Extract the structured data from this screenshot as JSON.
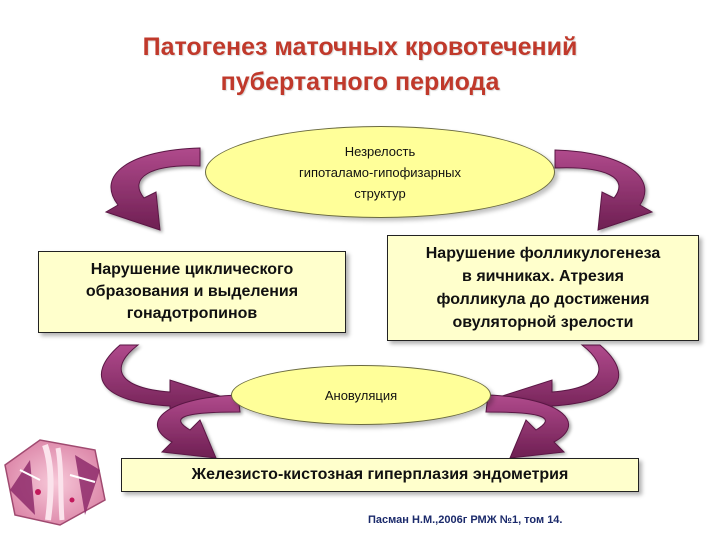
{
  "title": {
    "line1": "Патогенез маточных кровотечений",
    "line2": "пубертатного периода"
  },
  "nodes": {
    "top_ellipse": {
      "lines": [
        "Незрелость",
        "гипоталамо-гипофизарных",
        "структур"
      ]
    },
    "left_box": {
      "lines": [
        "Нарушение циклического",
        "образования и выделения",
        "гонадотропинов"
      ]
    },
    "right_box": {
      "lines": [
        "Нарушение фолликулогенеза",
        "в яичниках. Атрезия",
        "фолликула до достижения",
        "овуляторной зрелости"
      ]
    },
    "middle_ellipse": {
      "lines": [
        "Ановуляция"
      ]
    },
    "bottom_box": {
      "lines": [
        "Железисто-кистозная гиперплазия эндометрия"
      ]
    }
  },
  "citation": "Пасман Н.М.,2006г РМЖ №1, том 14.",
  "colors": {
    "title": "#c0392b",
    "ellipse_fill": "#ffff99",
    "box_fill": "#ffffcc",
    "arrow_fill": "#8e2b6b"
  }
}
